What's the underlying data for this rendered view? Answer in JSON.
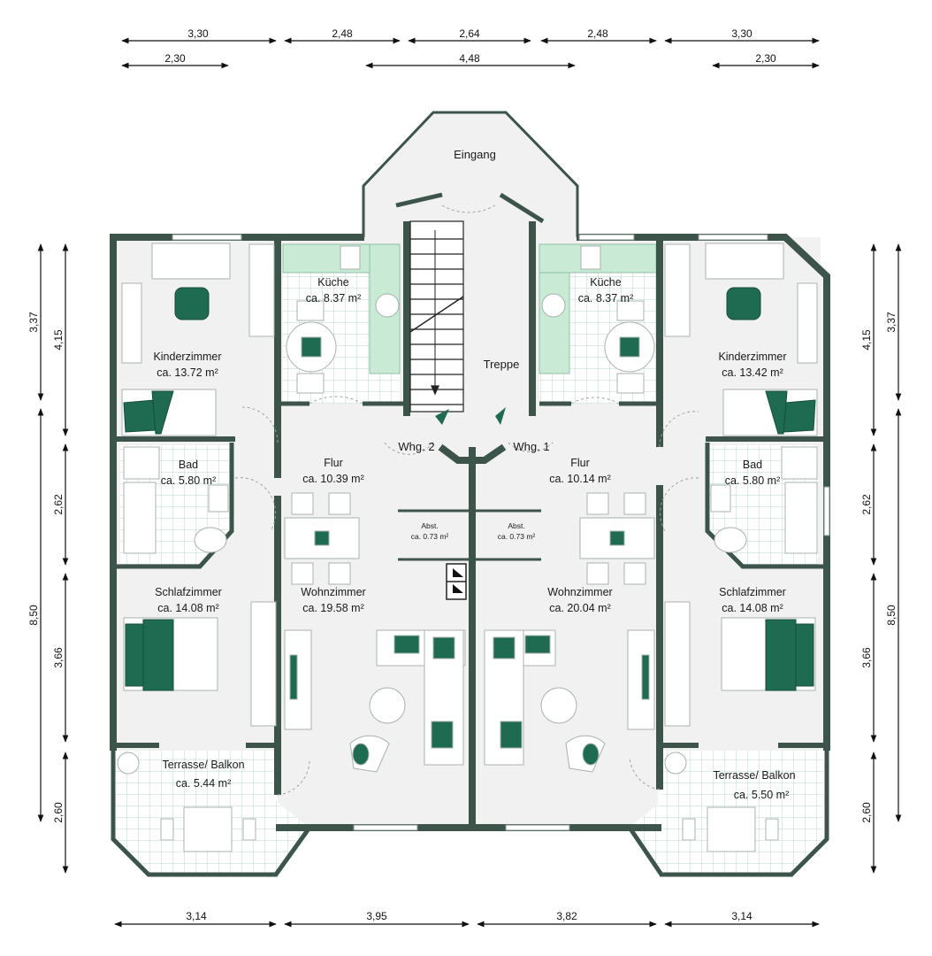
{
  "colors": {
    "wall": "#3d544b",
    "floor": "#f1f1f1",
    "tile_bg": "#ffffff",
    "tile_line": "#b8d9cc",
    "kitchen": "#c9ead5",
    "accent": "#1f6b52",
    "furniture": "#ffffff",
    "dim_line": "#111111"
  },
  "dimensions": {
    "top_row1": [
      "3,30",
      "2,48",
      "2,64",
      "2,48",
      "3,30"
    ],
    "top_row2": [
      "2,30",
      "4,48",
      "2,30"
    ],
    "bottom": [
      "3,14",
      "3,95",
      "3,82",
      "3,14"
    ],
    "left_outer": [
      "3,37",
      "8,50"
    ],
    "left_inner": [
      "4,15",
      "2,62",
      "3,66",
      "2,60"
    ],
    "right_inner": [
      "4,15",
      "2,62",
      "3,66",
      "2,60"
    ],
    "right_outer": [
      "3,37",
      "8,50"
    ]
  },
  "rooms": {
    "eingang": "Eingang",
    "treppe": "Treppe",
    "whg2": "Whg. 2",
    "whg1": "Whg. 1",
    "kueche_l_name": "Küche",
    "kueche_l_area": "ca. 8.37 m²",
    "kueche_r_name": "Küche",
    "kueche_r_area": "ca. 8.37 m²",
    "kinder_l_name": "Kinderzimmer",
    "kinder_l_area": "ca. 13.72 m²",
    "kinder_r_name": "Kinderzimmer",
    "kinder_r_area": "ca. 13.42 m²",
    "bad_l_name": "Bad",
    "bad_l_area": "ca. 5.80 m²",
    "bad_r_name": "Bad",
    "bad_r_area": "ca. 5.80 m²",
    "flur_l_name": "Flur",
    "flur_l_area": "ca. 10.39 m²",
    "flur_r_name": "Flur",
    "flur_r_area": "ca. 10.14 m²",
    "abst_l_name": "Abst.",
    "abst_l_area": "ca. 0.73 m²",
    "abst_r_name": "Abst.",
    "abst_r_area": "ca. 0.73 m²",
    "schlaf_l_name": "Schlafzimmer",
    "schlaf_l_area": "ca. 14.08 m²",
    "schlaf_r_name": "Schlafzimmer",
    "schlaf_r_area": "ca. 14.08 m²",
    "wohn_l_name": "Wohnzimmer",
    "wohn_l_area": "ca. 19.58 m²",
    "wohn_r_name": "Wohnzimmer",
    "wohn_r_area": "ca. 20.04 m²",
    "terr_l_name": "Terrasse/ Balkon",
    "terr_l_area": "ca. 5.44 m²",
    "terr_r_name": "Terrasse/ Balkon",
    "terr_r_area": "ca. 5.50 m²"
  }
}
